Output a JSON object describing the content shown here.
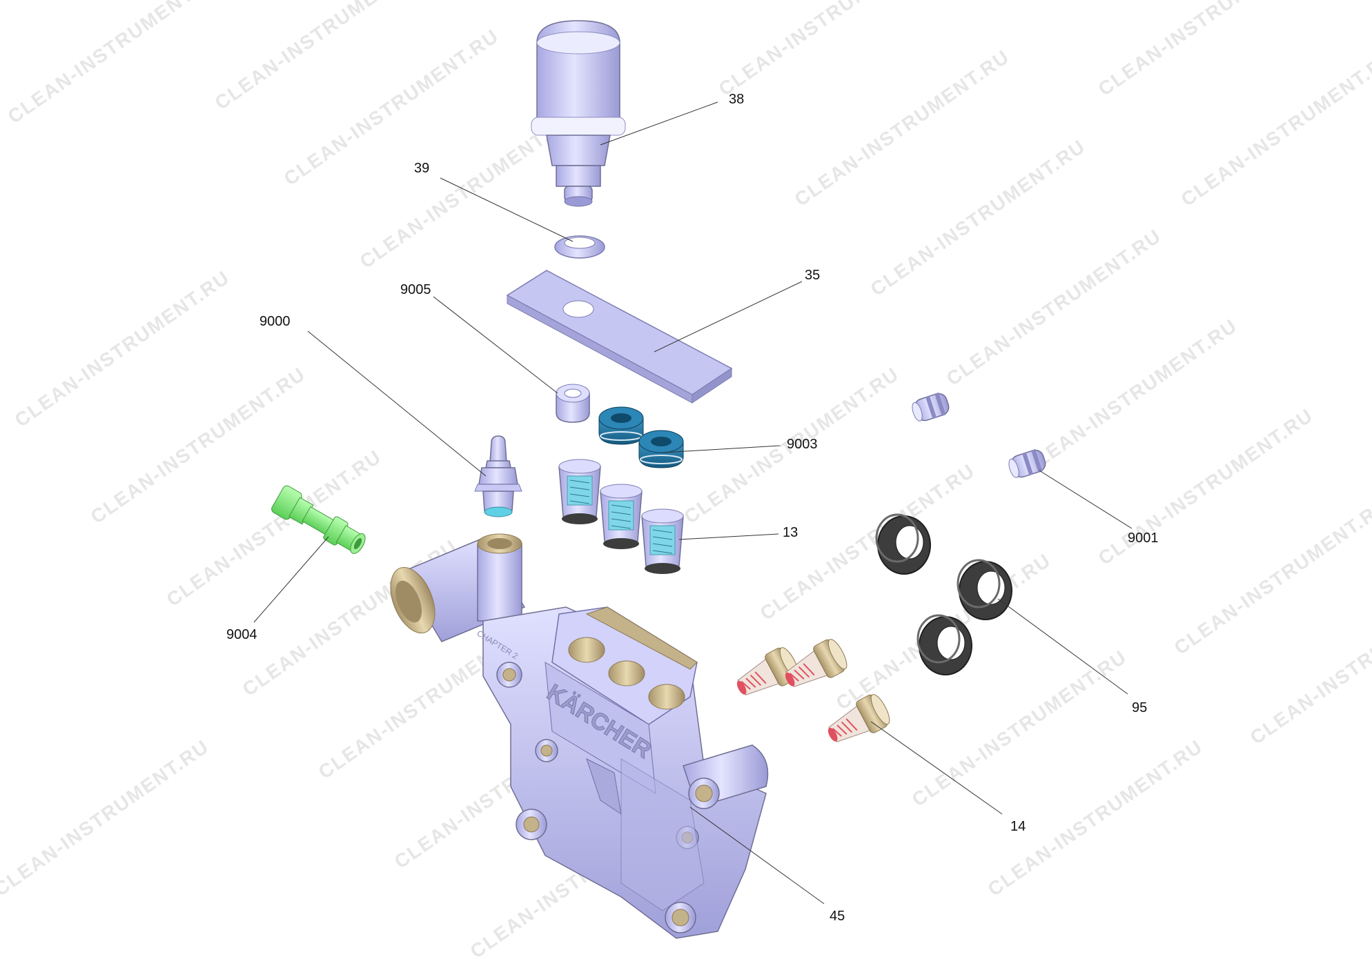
{
  "watermark": "CLEAN-INSTRUMENT.RU",
  "brand_mark": "KÄRCHER",
  "housing_mark": "CHAPTER 2",
  "callouts": {
    "p38": "38",
    "p39": "39",
    "p35": "35",
    "p9005": "9005",
    "p9000": "9000",
    "p9003": "9003",
    "p13": "13",
    "p9004": "9004",
    "p9001": "9001",
    "p95": "95",
    "p14": "14",
    "p45": "45"
  },
  "colors": {
    "part": "#b9b9ee",
    "part_dark": "#8f8fc8",
    "seal_blue": "#1f6f9a",
    "rubber": "#3d3d3d",
    "brass": "#c4b28a",
    "green": "#7ee27a",
    "cyan": "#5fd0e6",
    "red": "#e05060"
  }
}
